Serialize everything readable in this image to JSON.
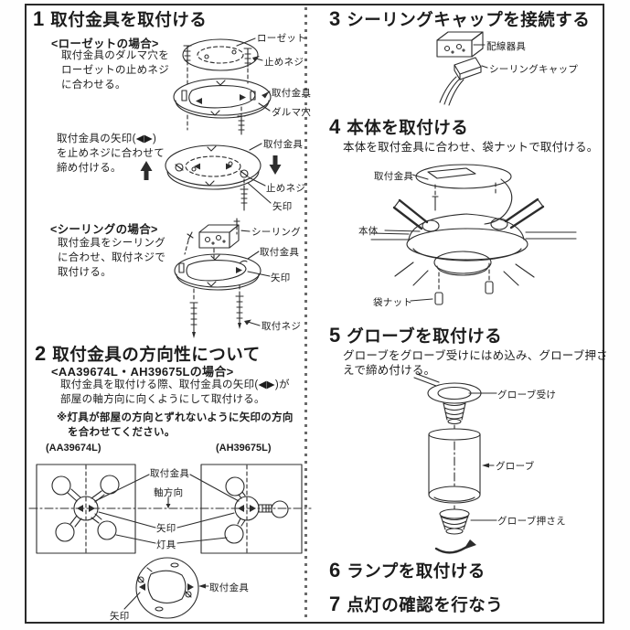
{
  "steps": {
    "s1": {
      "num": "1",
      "title": "取付金具を取付ける"
    },
    "s2": {
      "num": "2",
      "title": "取付金具の方向性について"
    },
    "s3": {
      "num": "3",
      "title": "シーリングキャップを接続する"
    },
    "s4": {
      "num": "4",
      "title": "本体を取付ける"
    },
    "s5": {
      "num": "5",
      "title": "グローブを取付ける"
    },
    "s6": {
      "num": "6",
      "title": "ランプを取付ける"
    },
    "s7": {
      "num": "7",
      "title": "点灯の確認を行なう"
    }
  },
  "s1": {
    "rosette": {
      "heading": "<ローゼットの場合>",
      "lines": [
        "取付金具のダルマ穴を",
        "ローゼットの止めネジ",
        "に合わせる。"
      ],
      "lbl_rosette": "ローゼット",
      "lbl_stop_screw": "止めネジ",
      "lbl_bracket": "取付金具",
      "lbl_daruma": "ダルマ穴"
    },
    "tighten": {
      "lines": [
        "取付金具の矢印(◀▶)",
        "を止めネジに合わせて",
        "締め付ける。"
      ],
      "lbl_bracket": "取付金具",
      "lbl_stop_screw": "止めネジ",
      "lbl_arrow": "矢印"
    },
    "ceiling": {
      "heading": "<シーリングの場合>",
      "lines": [
        "取付金具をシーリング",
        "に合わせ、取付ネジで",
        "取付ける。"
      ],
      "lbl_ceiling": "シーリング",
      "lbl_bracket": "取付金具",
      "lbl_arrow": "矢印",
      "lbl_screw": "取付ネジ"
    }
  },
  "s2": {
    "heading": "<AA39674L・AH39675Lの場合>",
    "lines": [
      "取付金具を取付ける際、取付金具の矢印(◀▶)が",
      "部屋の軸方向に向くようにして取付ける。"
    ],
    "note": [
      "※灯具が部屋の方向とずれないように矢印の方向",
      "を合わせてください。"
    ],
    "model_left": "(AA39674L)",
    "model_right": "(AH39675L)",
    "lbl_bracket": "取付金具",
    "lbl_axis": "軸方向",
    "lbl_arrow": "矢印",
    "lbl_lamp": "灯具",
    "bottom_lbl_bracket": "取付金具",
    "bottom_lbl_arrow": "矢印"
  },
  "s3": {
    "lbl_wiring": "配線器具",
    "lbl_cap": "シーリングキャップ"
  },
  "s4": {
    "body": "本体を取付金具に合わせ、袋ナットで取付ける。",
    "lbl_bracket": "取付金具",
    "lbl_body": "本体",
    "lbl_nut": "袋ナット"
  },
  "s5": {
    "lines": [
      "グローブをグローブ受けにはめ込み、グローブ押さ",
      "えで締め付ける。"
    ],
    "lbl_holder": "グローブ受け",
    "lbl_globe": "グローブ",
    "lbl_retainer": "グローブ押さえ"
  }
}
